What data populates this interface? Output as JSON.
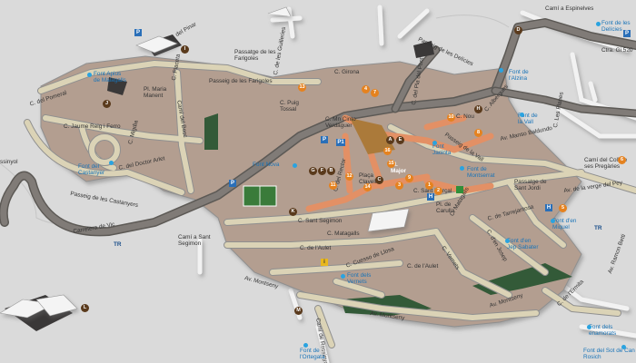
{
  "colors": {
    "town": "#b39e90",
    "road": "#dbd3b6",
    "road_edge": "#8f8f8f",
    "highway": "#807b77",
    "orange": "#e39065",
    "park": "#335a38",
    "bg": "#dadada"
  },
  "labels": {
    "cami_espinelves": "Camí a Espinelves",
    "font_delicies": "Font de les Delícies",
    "ctra_gi_520": "Ctra. Gi 520",
    "passeig_delicies": "Passeig de les Delícies",
    "c_pinar": "C. del Pinar",
    "c_guilleries": "C. de les Guilleries",
    "c_placeta": "C. Placeta",
    "passatge_farigoles": "Passatge de les Farigoles",
    "c_pla_pont": "C. del Pla del Pont",
    "font_apius": "Font Apius de Malagalls",
    "pl_maria_manent": "Pl. Maria Manent",
    "c_girona": "C. Girona",
    "passeig_farigoles": "Passeig de les Farigoles",
    "c_puig_tossal": "C. Puig Tossal",
    "c_dom_pomeral": "C. del Pomeral",
    "c_jaume_reig": "C. Jaume Reig i Ferro",
    "font_castanyer": "Font del Castanyer",
    "c_migdia": "C. Migdia",
    "c_doctor_arlet": "C. del Doctor Arlet",
    "passeig_castanyers": "Passeig de les Castanyers",
    "carretera_vic": "Carretera de Vic",
    "cami_bosc": "Camí del Bosc",
    "font_nova": "Font Nova",
    "c_mn_cinto": "C. Mn Cinto Verdaguer",
    "c_rector": "C. del Rector",
    "placa_clavell": "Plaça Clavell",
    "pl_major": "Pl. Major",
    "c_sant_marcal": "C. Sant Marçal",
    "pl_carulla": "Pl. de Carulla",
    "font_montserrat": "Font de Montserrat",
    "passeig_sant_jordi": "Passatge de Sant Jordi",
    "c_tarrejantosa": "C. de Tarrejantosa",
    "cami_coll": "Camí del Coll de ses Pregàries",
    "av_verge_pey": "Av. de la verge del Pey",
    "c_matagalls": "C. Matagalls",
    "c_sant_segimon": "C. Sant Segimon",
    "cami_sant_segimon": "Camí a Sant Segimon",
    "c_aulet": "C. de l'Aulet",
    "av_montseny": "Av. Montseny",
    "font_vernets": "Font dels Vernets",
    "cami_rossinyols": "Camí de Rossinyols",
    "font_ortegata": "Font de l'Ortegata",
    "font_miquel": "Font d'en Miquel",
    "font_jep_sabater": "Font d'en Jep Sabater",
    "av_ramon_betti": "Av. Ramon Betti",
    "c_ermita": "C. de l'Ermita",
    "font_enamorats": "Font dels enamorats",
    "font_sot": "Font del Sot de Can Rosich",
    "font_vall": "Font de la Vall",
    "c_planes": "C. Les Planes",
    "font_alzina": "Font de l'Alzina",
    "c_albergues": "C. Albergues",
    "av_mansa": "Av. Manso Baldundo",
    "c_nou": "C. Nou",
    "passeig_vall": "Passeig de la Vall",
    "font_jacinta": "Font Jacinta",
    "c_vernets": "C. Vernets",
    "c_llosa": "C. Cuesso de Llosa",
    "c_josep": "C. d'en Josep",
    "rossinyol": "ssinyol"
  },
  "markers": [
    {
      "id": "I",
      "kind": "b"
    },
    {
      "id": "J",
      "kind": "b"
    },
    {
      "id": "D",
      "kind": "b"
    },
    {
      "id": "H",
      "kind": "b"
    },
    {
      "id": "K",
      "kind": "b"
    },
    {
      "id": "L",
      "kind": "b"
    },
    {
      "id": "A",
      "kind": "b"
    },
    {
      "id": "C",
      "kind": "b"
    },
    {
      "id": "G",
      "kind": "b"
    },
    {
      "id": "F",
      "kind": "b"
    },
    {
      "id": "B",
      "kind": "b"
    },
    {
      "id": "E",
      "kind": "b"
    },
    {
      "id": "M",
      "kind": "b"
    },
    {
      "id": "1",
      "kind": "o"
    },
    {
      "id": "2",
      "kind": "o"
    },
    {
      "id": "3",
      "kind": "o"
    },
    {
      "id": "4",
      "kind": "o"
    },
    {
      "id": "5",
      "kind": "o"
    },
    {
      "id": "6",
      "kind": "o"
    },
    {
      "id": "7",
      "kind": "o"
    },
    {
      "id": "8",
      "kind": "o"
    },
    {
      "id": "9",
      "kind": "o"
    },
    {
      "id": "10",
      "kind": "o"
    },
    {
      "id": "11",
      "kind": "o"
    },
    {
      "id": "12",
      "kind": "o"
    },
    {
      "id": "13",
      "kind": "o"
    },
    {
      "id": "14",
      "kind": "o"
    },
    {
      "id": "15",
      "kind": "o"
    },
    {
      "id": "16",
      "kind": "o"
    }
  ],
  "signs": {
    "parking": "P",
    "police": "P1",
    "taxi": "TR",
    "hospital": "H",
    "info": "i"
  }
}
